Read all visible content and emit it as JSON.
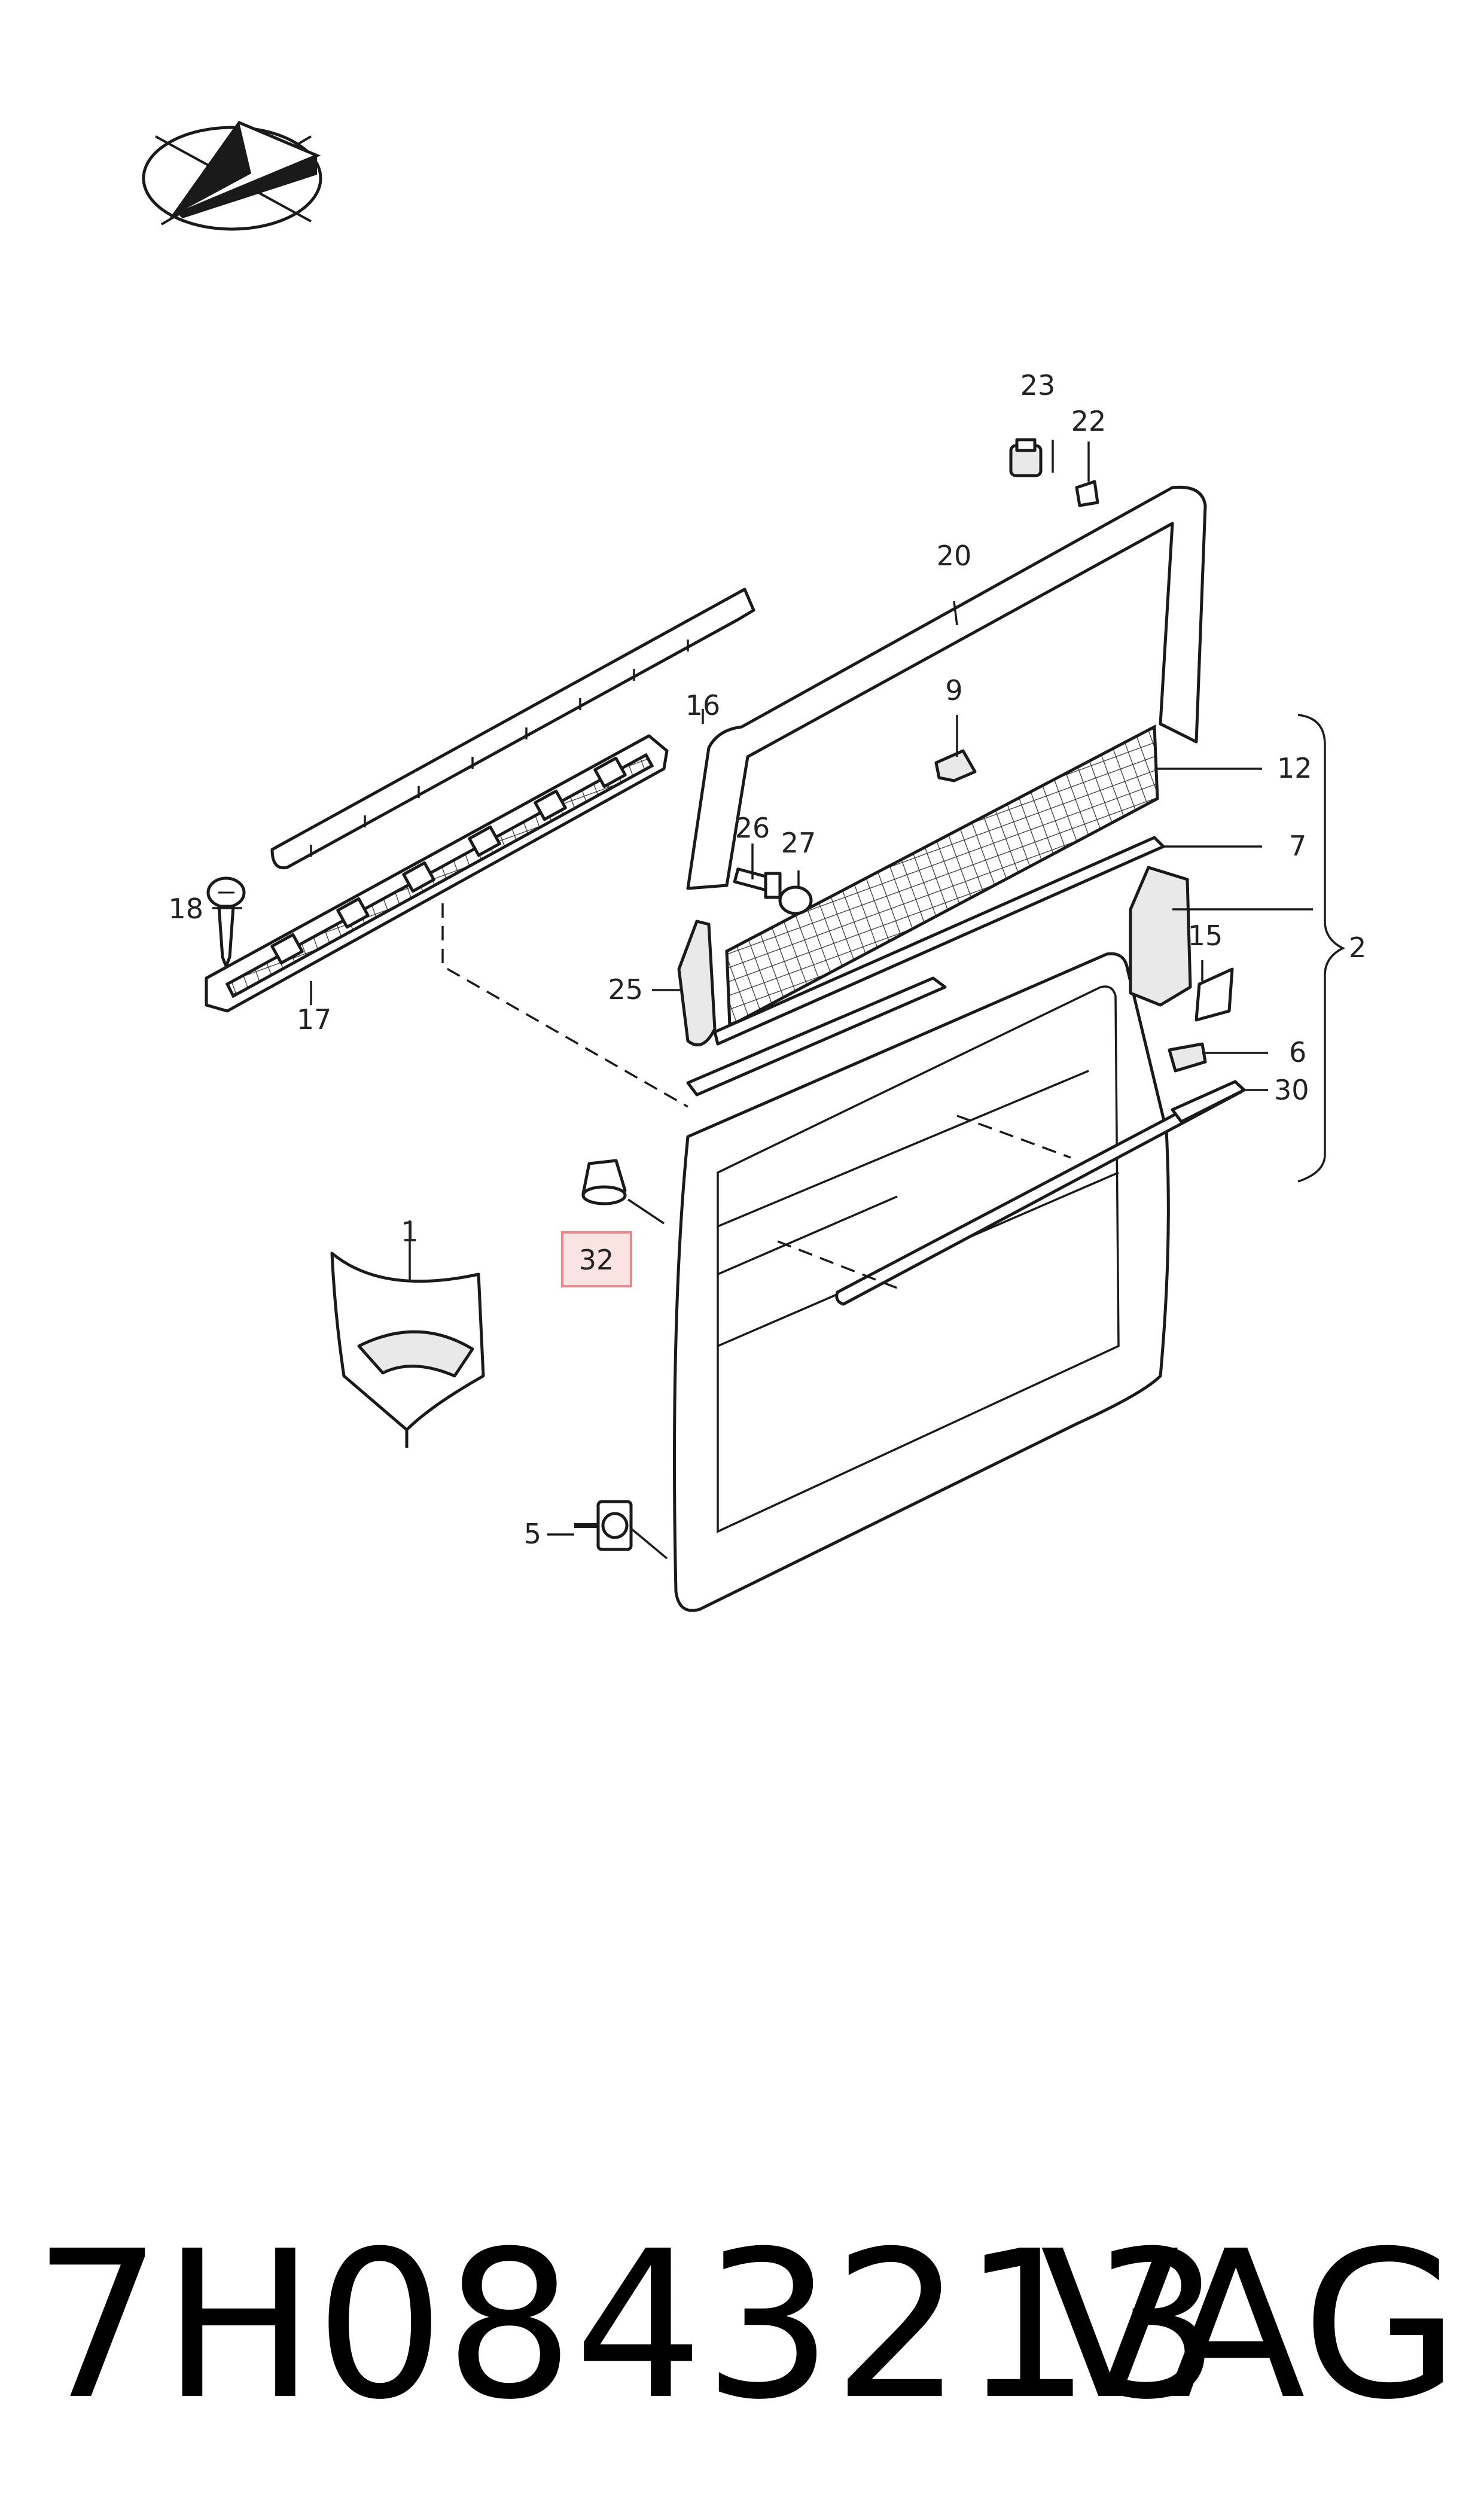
{
  "footer": {
    "part_number": "7H0843213",
    "brand": "VAG"
  },
  "highlight": {
    "label": "32",
    "color": "#e8888a",
    "fill": "#fbe3e3"
  },
  "callouts": {
    "c1": "1",
    "c2": "2",
    "c5": "5",
    "c6": "6",
    "c7": "7",
    "c9": "9",
    "c12": "12",
    "c15": "15",
    "c16": "16",
    "c17": "17",
    "c18": "18",
    "c20": "20",
    "c22": "22",
    "c23": "23",
    "c25": "25",
    "c26": "26",
    "c27": "27",
    "c30": "30"
  },
  "logo": {
    "icon": "compass-plane-logo-icon"
  }
}
